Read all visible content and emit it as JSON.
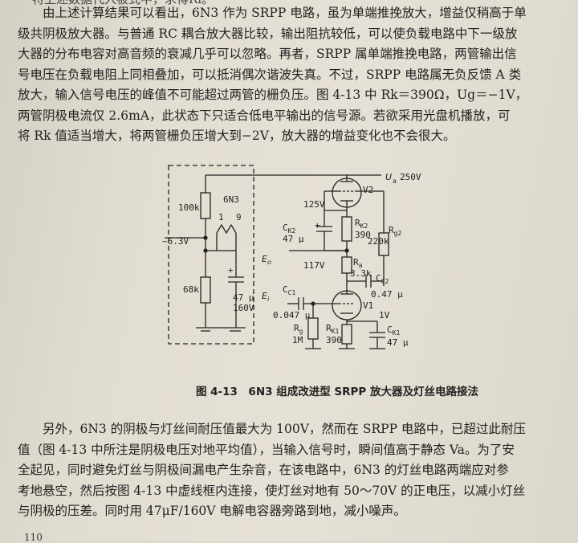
{
  "top_cut": "特上述数据代入被式中，求得Ri。",
  "para1": [
    "由上述计算结果可以看出，6N3 作为 SRPP 电路，虽为单端推挽放大，增益仅稍高于单",
    "级共阴极放大器。与普通 RC 耦合放大器比较，输出阻抗较低，可以使负载电路中下一级放",
    "大器的分布电容对高音频的衰减几乎可以忽略。再者，SRPP 属单端推挽电路，两管输出信",
    "号电压在负载电阻上同相叠加，可以抵消偶次谐波失真。不过，SRPP 电路属无负反馈 A 类",
    "放大，输入信号电压的峰值不可能超过两管的栅负压。图 4-13 中 Rk＝390Ω，Ug＝−1V，",
    "两管阴极电流仅 2.6mA，此状态下只适合低电平输出的信号源。若欲采用光盘机播放，可",
    "将 Rk 值适当增大，将两管栅负压增大到−2V，放大器的增益变化也不会很大。"
  ],
  "figure": {
    "caption": "图 4-13　6N3 组成改进型 SRPP 放大器及灯丝电路接法",
    "labels": {
      "r100k": "100k",
      "tube_name": "6N3",
      "pin1": "1",
      "pin9": "9",
      "heater_v": "~6.3V",
      "r68k": "68k",
      "cap47_val": "47 μ",
      "cap47_v": "160V",
      "plus": "+",
      "ua": "U",
      "ua_sub": "a",
      "ua_val": "250V",
      "v2": "V2",
      "v125": "125V",
      "ck2": "C",
      "ck2_sub": "K2",
      "ck2_val": "47 μ",
      "rk2": "R",
      "rk2_sub": "K2",
      "rk2_val": "390",
      "rg2": "R",
      "rg2_sub": "g2",
      "rg2_val": "220k",
      "eo": "E",
      "eo_sub": "o",
      "v117": "117V",
      "ra": "R",
      "ra_sub": "a",
      "ra_val": "3.3k",
      "cc2": "C",
      "cc2_sub": "C2",
      "cc2_val": "0.47 μ",
      "ei": "E",
      "ei_sub": "i",
      "cc1": "C",
      "cc1_sub": "C1",
      "cc1_val": "0.047 μ",
      "v1": "V1",
      "rg": "R",
      "rg_sub": "g",
      "rg_val": "1M",
      "rk1": "R",
      "rk1_sub": "K1",
      "rk1_val": "390",
      "v1v": "1V",
      "ck1": "C",
      "ck1_sub": "K1",
      "ck1_val": "47 μ"
    }
  },
  "para2": [
    "另外，6N3 的阴极与灯丝间耐压值最大为 100V，然而在 SRPP 电路中，已超过此耐压",
    "值（图 4-13 中所注是阴极电压对地平均值），当输入信号时，瞬间值高于静态 Va。为了安",
    "全起见，同时避免灯丝与阴极间漏电产生杂音，在该电路中，6N3 的灯丝电路两端应对参",
    "考地悬空，然后按图 4-13 中虚线框内连接，使灯丝对地有 50～70V 的正电压，以减小灯丝",
    "与阴极的压差。同时用 47μF/160V 电解电容器旁路到地，减小噪声。"
  ],
  "page_number": "110"
}
